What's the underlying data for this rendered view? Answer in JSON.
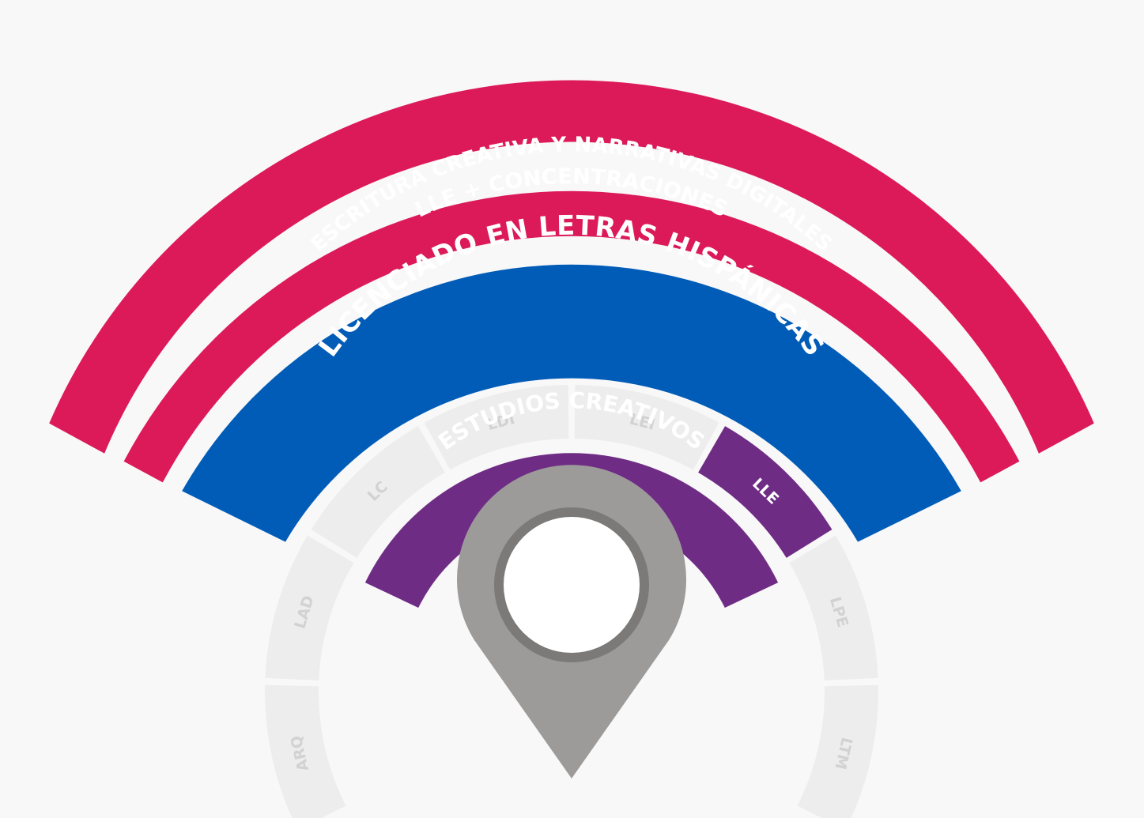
{
  "colors": {
    "background": "#f8f8f9",
    "crimson": "#dc1a5a",
    "blue": "#015cb7",
    "purple": "#6f2c84",
    "segment_inactive": "#ededee",
    "segment_inactive_text": "#d2d2d3",
    "segment_active_text": "#ffffff",
    "pin": "#9d9b9a",
    "pin_ring": "#7c7a79",
    "pin_hole": "#ffffff"
  },
  "arcs": {
    "outer": {
      "label": "ESCRITURA CREATIVA Y NARRATIVAS DIGITALES"
    },
    "second": {
      "label": "LLE + CONCENTRACIONES"
    },
    "blue": {
      "label": "LICENCIADO EN LETRAS HISPÁNICAS"
    },
    "inner": {
      "label": "ESTUDIOS CREATIVOS"
    }
  },
  "segments": [
    {
      "label": "ARQ",
      "active": false
    },
    {
      "label": "LAD",
      "active": false
    },
    {
      "label": "LC",
      "active": false
    },
    {
      "label": "LDI",
      "active": false
    },
    {
      "label": "LEI",
      "active": false
    },
    {
      "label": "LLE",
      "active": true
    },
    {
      "label": "LPE",
      "active": false
    },
    {
      "label": "LTM",
      "active": false
    }
  ],
  "pin": {
    "icon": "location-pin-icon"
  }
}
